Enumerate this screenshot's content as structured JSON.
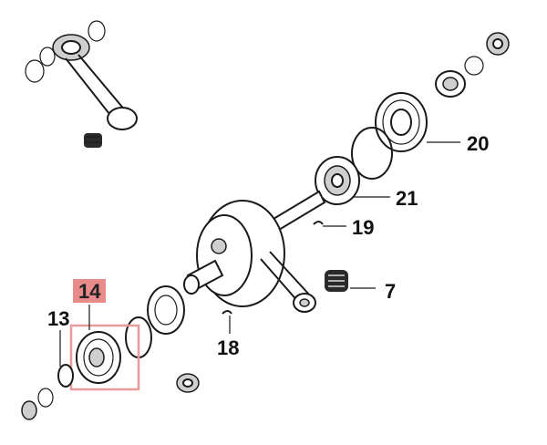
{
  "diagram": {
    "callouts": [
      {
        "id": "c20",
        "text": "20"
      },
      {
        "id": "c21",
        "text": "21"
      },
      {
        "id": "c19",
        "text": "19"
      },
      {
        "id": "c7",
        "text": "7"
      },
      {
        "id": "c18",
        "text": "18"
      },
      {
        "id": "c14",
        "text": "14",
        "highlighted": true
      },
      {
        "id": "c13",
        "text": "13"
      }
    ],
    "highlight_color": "#e98b8b",
    "highlight_box_color": "#e99a9a",
    "line_color": "#1a1a1a"
  }
}
